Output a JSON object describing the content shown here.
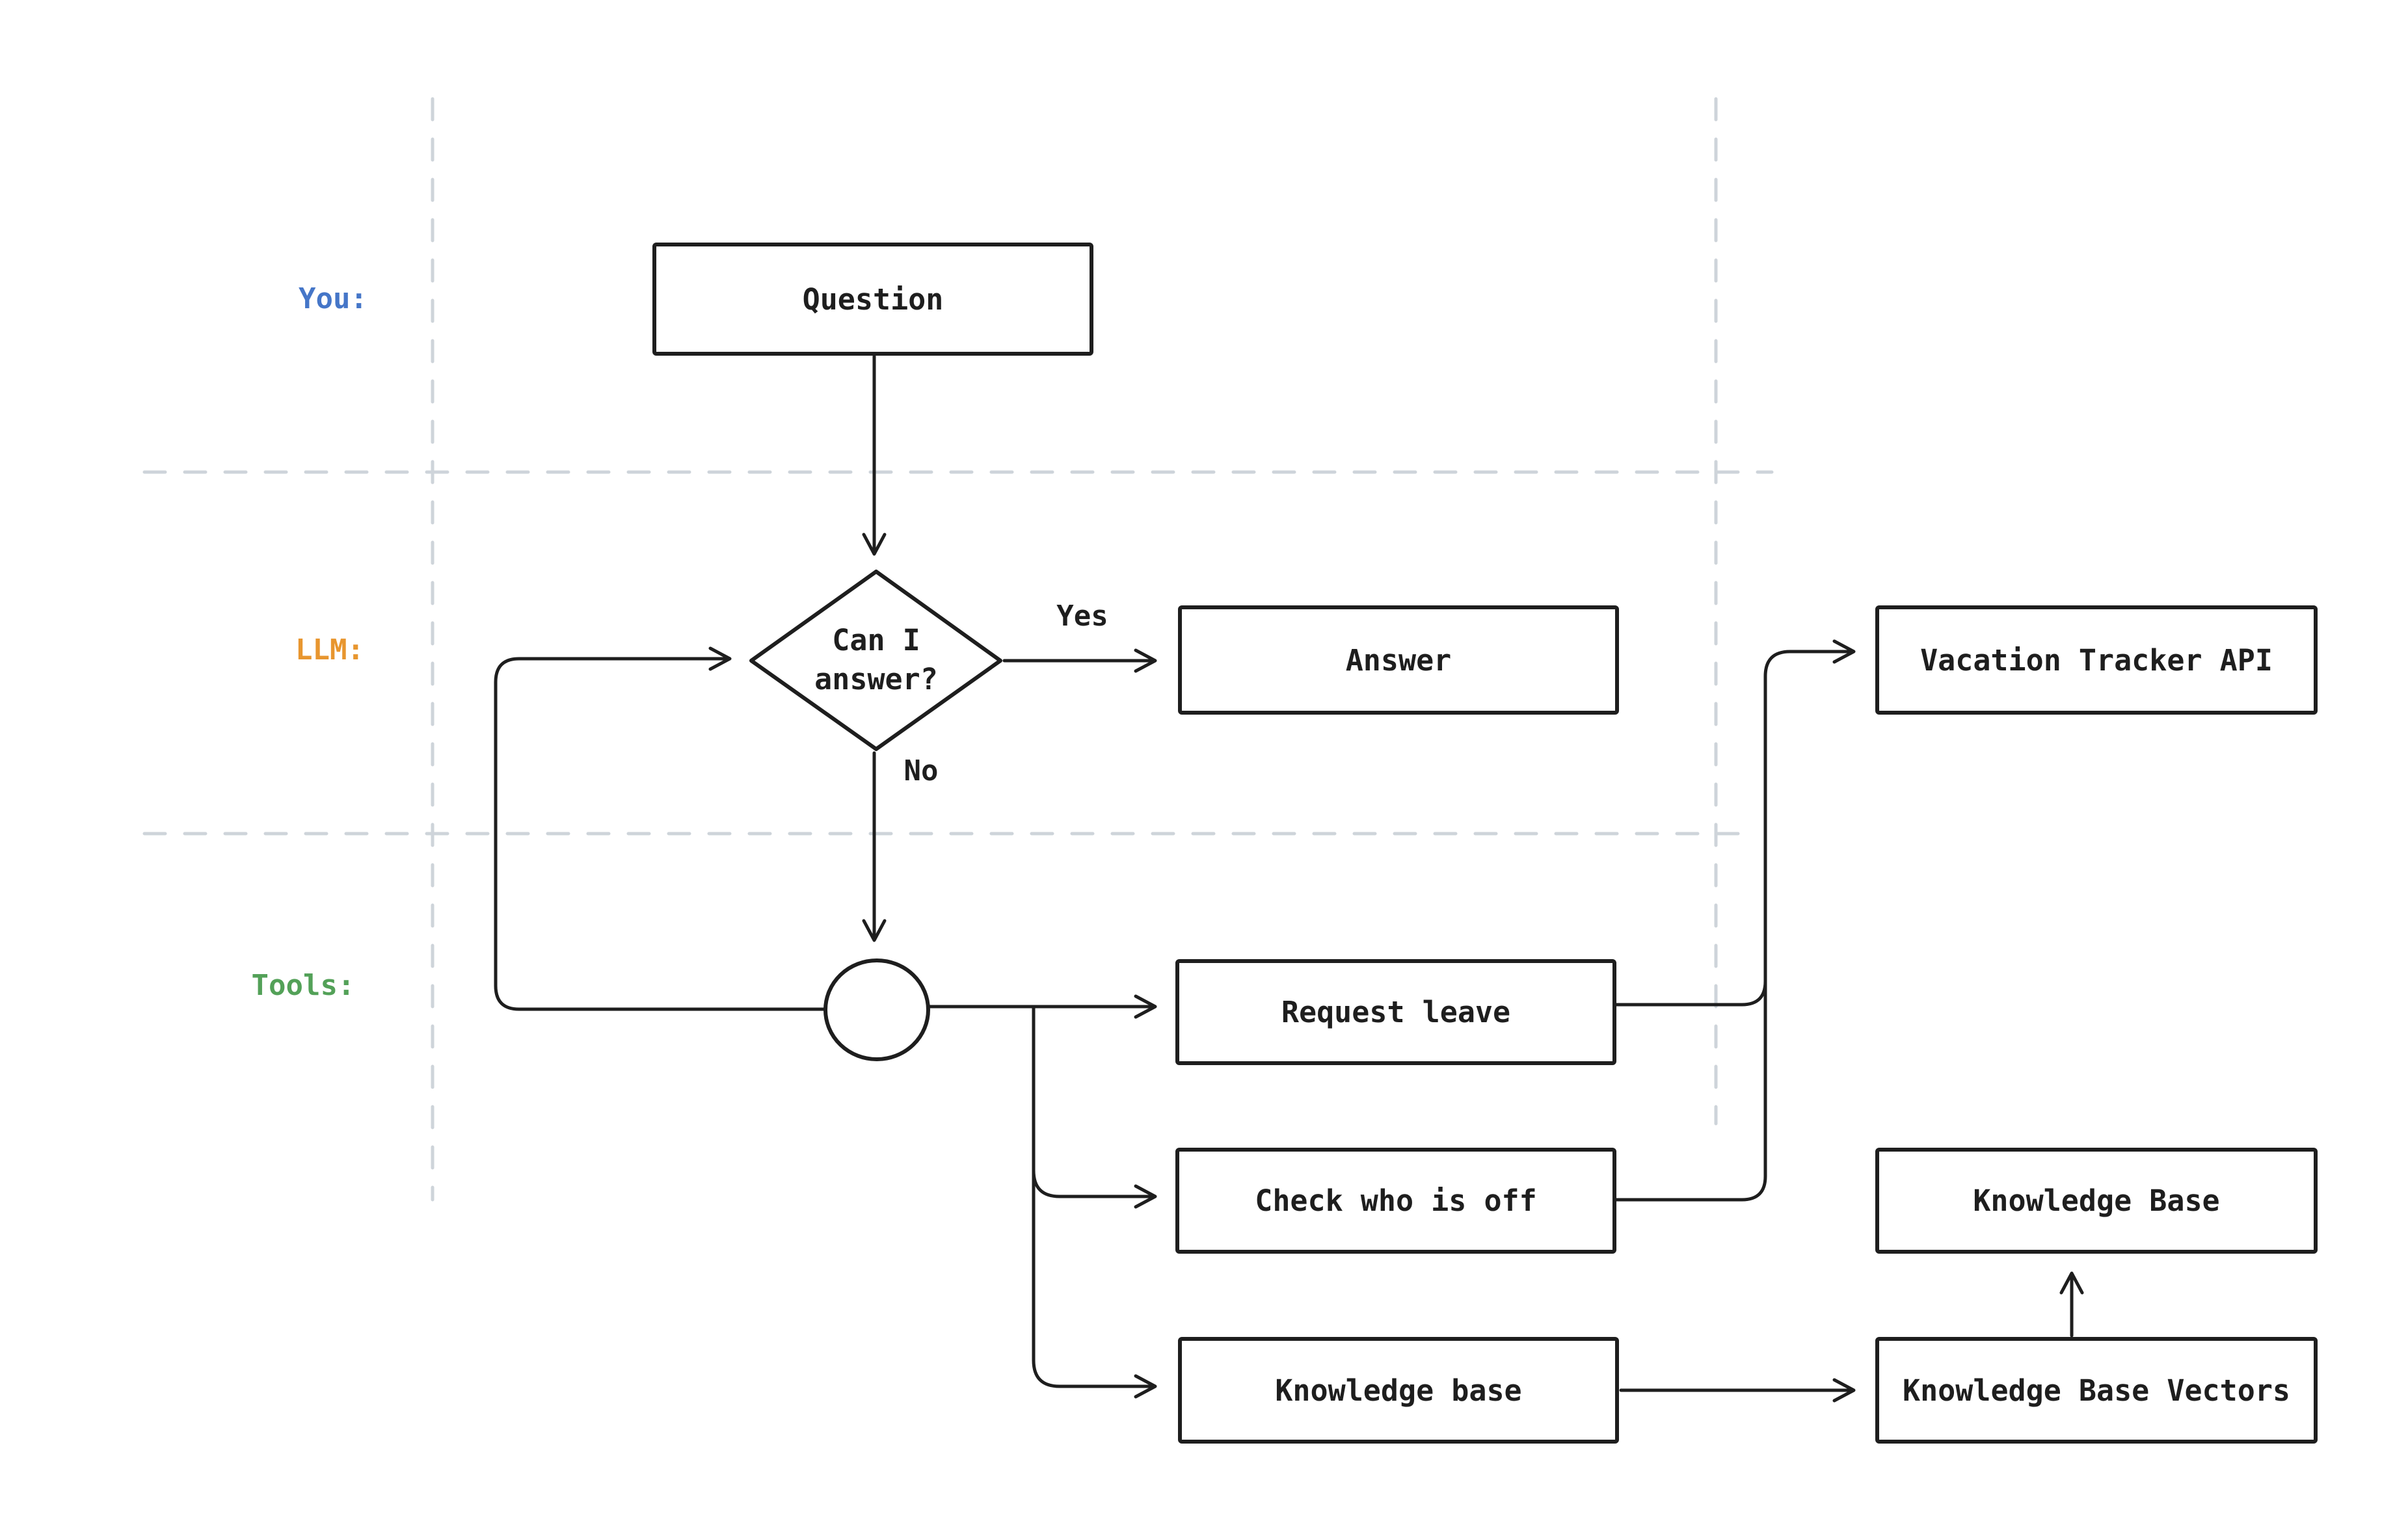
{
  "diagram": {
    "title": "LLM agent tool-routing flowchart",
    "colors": {
      "background": "#ffffff",
      "ink": "#1e1e1e",
      "lane_divider": "#ced4da",
      "lane_you": "#4576c8",
      "lane_llm": "#e8962f",
      "lane_tools": "#53a158"
    },
    "lanes": [
      {
        "label": "You:",
        "color": "#4576c8"
      },
      {
        "label": "LLM:",
        "color": "#e8962f"
      },
      {
        "label": "Tools:",
        "color": "#53a158"
      }
    ],
    "nodes": {
      "question": "Question",
      "decision_line1": "Can I",
      "decision_line2": "answer?",
      "answer": "Answer",
      "vacation_api": "Vacation Tracker API",
      "request_leave": "Request leave",
      "check_who_off": "Check who is off",
      "knowledge_base_tool": "Knowledge base",
      "knowledge_base": "Knowledge Base",
      "kb_vectors": "Knowledge Base Vectors"
    },
    "edge_labels": {
      "yes": "Yes",
      "no": "No"
    }
  }
}
